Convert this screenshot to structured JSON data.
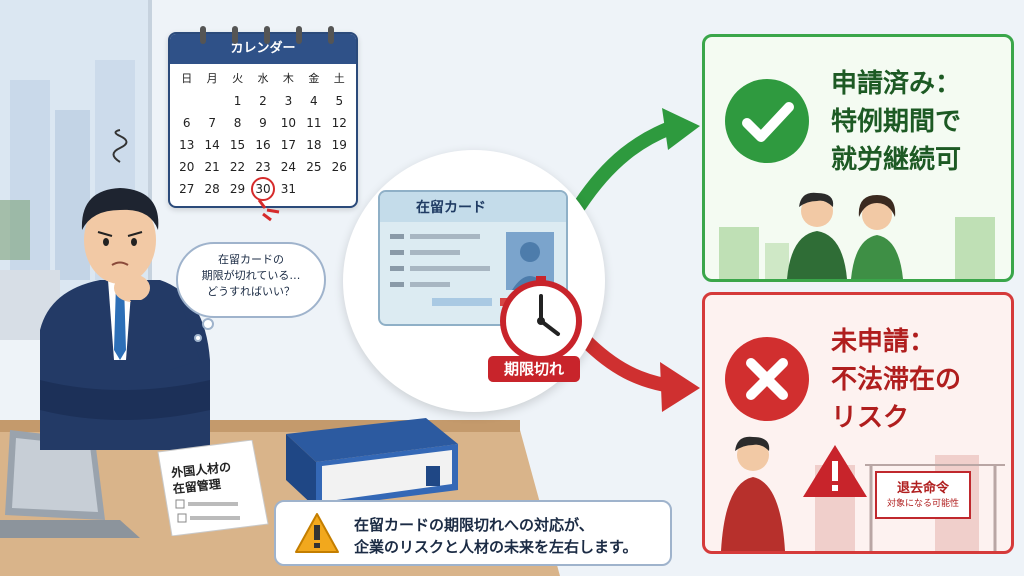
{
  "calendar": {
    "title": "カレンダー",
    "weekdays": [
      "日",
      "月",
      "火",
      "水",
      "木",
      "金",
      "土"
    ],
    "days": [
      "",
      "",
      "1",
      "2",
      "3",
      "4",
      "5",
      "6",
      "7",
      "8",
      "9",
      "10",
      "11",
      "12",
      "13",
      "14",
      "15",
      "16",
      "17",
      "18",
      "19",
      "20",
      "21",
      "22",
      "23",
      "24",
      "25",
      "26",
      "27",
      "28",
      "29",
      "30",
      "31"
    ],
    "highlighted_day": "30"
  },
  "thought": {
    "line1": "在留カードの",
    "line2": "期限が切れている…",
    "line3": "どうすればいい？"
  },
  "card": {
    "title": "在留カード",
    "badge": "期限切れ"
  },
  "green_panel": {
    "line1": "申請済み：",
    "line2": "特例期間で",
    "line3": "就労継続可",
    "color": "#3aa64a"
  },
  "red_panel": {
    "line1": "未申請：",
    "line2": "不法滞在の",
    "line3": "リスク",
    "sign_line1": "退去命令",
    "sign_line2": "対象になる可能性",
    "color": "#d53a3a"
  },
  "desk_document": {
    "line1": "外国人材の",
    "line2": "在留管理"
  },
  "note": {
    "line1": "在留カードの期限切れへの対応が、",
    "line2": "企業のリスクと人材の未来を左右します。"
  },
  "icons": [
    "check-icon",
    "cross-icon",
    "warning-icon",
    "clock-icon",
    "person-icon",
    "laptop-icon",
    "binder-icon",
    "stress-icon"
  ]
}
